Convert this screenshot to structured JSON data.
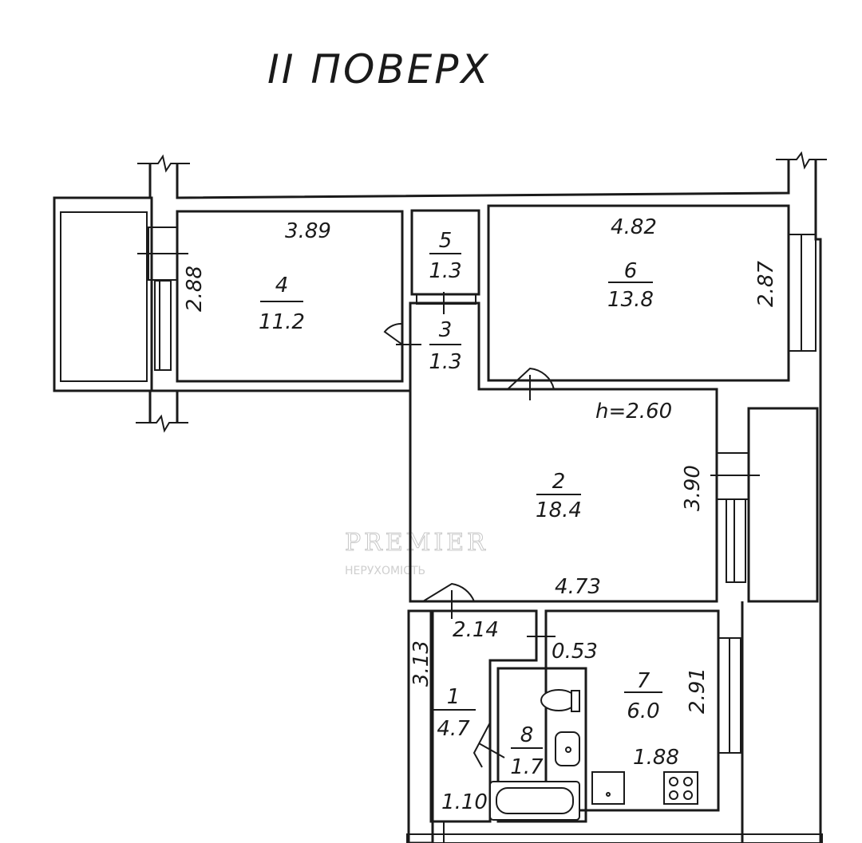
{
  "title": "II ПОВЕРХ",
  "ceiling_height": "h=2.60",
  "watermark": {
    "brand": "PREMIER",
    "sub": "НЕРУХОМІСТЬ"
  },
  "rooms": [
    {
      "id": "4",
      "number": "4",
      "area": "11.2"
    },
    {
      "id": "5",
      "number": "5",
      "area": "1.3"
    },
    {
      "id": "3",
      "number": "3",
      "area": "1.3"
    },
    {
      "id": "6",
      "number": "6",
      "area": "13.8"
    },
    {
      "id": "2",
      "number": "2",
      "area": "18.4"
    },
    {
      "id": "1",
      "number": "1",
      "area": "4.7"
    },
    {
      "id": "8",
      "number": "8",
      "area": "1.7"
    },
    {
      "id": "7",
      "number": "7",
      "area": "6.0"
    }
  ],
  "dimensions": {
    "room4_width": "3.89",
    "room4_depth": "2.88",
    "room6_width": "4.82",
    "room6_depth": "2.87",
    "room2_depth": "3.90",
    "room2_width": "4.73",
    "room1_width": "2.14",
    "room1_depth": "3.13",
    "room1_entry": "1.10",
    "passage": "0.53",
    "room7_depth": "2.91",
    "room7_width": "1.88"
  }
}
